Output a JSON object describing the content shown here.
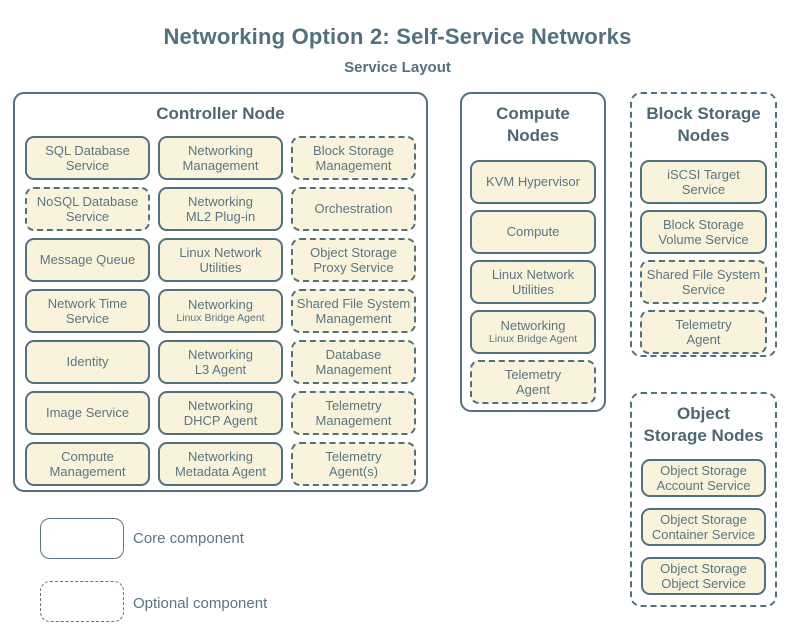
{
  "title": "Networking Option 2: Self-Service Networks",
  "subtitle": "Service Layout",
  "colors": {
    "background": "#ffffff",
    "box_fill": "#f9f3dc",
    "border_slate": "#53707e",
    "text_slate": "#5c7581"
  },
  "panels": [
    {
      "id": "controller",
      "title": "Controller Node",
      "optional": false,
      "items": [
        {
          "label": "SQL Database\nService",
          "optional": false
        },
        {
          "label": "Networking\nManagement",
          "optional": false
        },
        {
          "label": "Block Storage\nManagement",
          "optional": true
        },
        {
          "label": "NoSQL Database\nService",
          "optional": true
        },
        {
          "label": "Networking\nML2 Plug-in",
          "optional": false
        },
        {
          "label": "Orchestration",
          "optional": true
        },
        {
          "label": "Message Queue",
          "optional": false
        },
        {
          "label": "Linux Network\nUtilities",
          "optional": false
        },
        {
          "label": "Object Storage\nProxy Service",
          "optional": true
        },
        {
          "label": "Network Time\nService",
          "optional": false
        },
        {
          "label": "Networking",
          "sublabel": "Linux Bridge Agent",
          "optional": false
        },
        {
          "label": "Shared File System\nManagement",
          "optional": true
        },
        {
          "label": "Identity",
          "optional": false
        },
        {
          "label": "Networking\nL3 Agent",
          "optional": false
        },
        {
          "label": "Database\nManagement",
          "optional": true
        },
        {
          "label": "Image Service",
          "optional": false
        },
        {
          "label": "Networking\nDHCP Agent",
          "optional": false
        },
        {
          "label": "Telemetry\nManagement",
          "optional": true
        },
        {
          "label": "Compute\nManagement",
          "optional": false
        },
        {
          "label": "Networking\nMetadata Agent",
          "optional": false
        },
        {
          "label": "Telemetry\nAgent(s)",
          "optional": true
        }
      ]
    },
    {
      "id": "compute",
      "title": "Compute\nNodes",
      "optional": false,
      "items": [
        {
          "label": "KVM Hypervisor",
          "optional": false
        },
        {
          "label": "Compute",
          "optional": false
        },
        {
          "label": "Linux Network\nUtilities",
          "optional": false
        },
        {
          "label": "Networking",
          "sublabel": "Linux Bridge Agent",
          "optional": false
        },
        {
          "label": "Telemetry\nAgent",
          "optional": true
        }
      ]
    },
    {
      "id": "block-storage",
      "title": "Block Storage\nNodes",
      "optional": true,
      "items": [
        {
          "label": "iSCSI Target\nService",
          "optional": false
        },
        {
          "label": "Block Storage\nVolume Service",
          "optional": false
        },
        {
          "label": "Shared File System\nService",
          "optional": true
        },
        {
          "label": "Telemetry\nAgent",
          "optional": true
        }
      ]
    },
    {
      "id": "object-storage",
      "title": "Object\nStorage Nodes",
      "optional": true,
      "items": [
        {
          "label": "Object Storage\nAccount Service",
          "optional": false
        },
        {
          "label": "Object Storage\nContainer Service",
          "optional": false
        },
        {
          "label": "Object Storage\nObject Service",
          "optional": false
        }
      ]
    }
  ],
  "legend": {
    "core_label": "Core component",
    "optional_label": "Optional component"
  }
}
